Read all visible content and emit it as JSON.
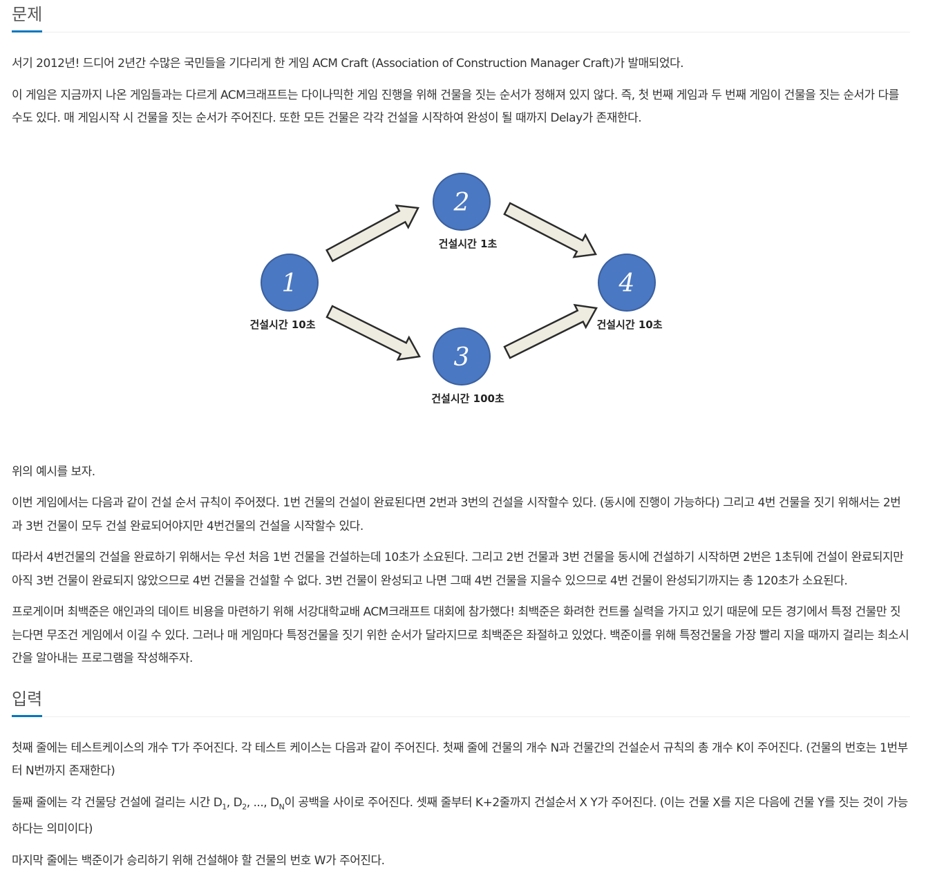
{
  "problem": {
    "heading": "문제",
    "p1": "서기 2012년! 드디어 2년간 수많은 국민들을 기다리게 한 게임 ACM Craft (Association of Construction Manager Craft)가 발매되었다.",
    "p2": "이 게임은 지금까지 나온 게임들과는 다르게 ACM크래프트는 다이나믹한 게임 진행을 위해 건물을 짓는 순서가 정해져 있지 않다. 즉, 첫 번째 게임과 두 번째 게임이 건물을 짓는 순서가 다를 수도 있다. 매 게임시작 시 건물을 짓는 순서가 주어진다. 또한 모든 건물은 각각 건설을 시작하여 완성이 될 때까지 Delay가 존재한다.",
    "p3": "위의 예시를 보자.",
    "p4": "이번 게임에서는 다음과 같이 건설 순서 규칙이 주어졌다. 1번 건물의 건설이 완료된다면 2번과 3번의 건설을 시작할수 있다. (동시에 진행이 가능하다) 그리고 4번 건물을 짓기 위해서는 2번과 3번 건물이 모두 건설 완료되어야지만 4번건물의 건설을 시작할수 있다.",
    "p5": "따라서 4번건물의 건설을 완료하기 위해서는 우선 처음 1번 건물을 건설하는데 10초가 소요된다. 그리고 2번 건물과 3번 건물을 동시에 건설하기 시작하면 2번은 1초뒤에 건설이 완료되지만 아직 3번 건물이 완료되지 않았으므로 4번 건물을 건설할 수 없다. 3번 건물이 완성되고 나면 그때 4번 건물을 지을수 있으므로 4번 건물이 완성되기까지는 총 120초가 소요된다.",
    "p6": "프로게이머 최백준은 애인과의 데이트 비용을 마련하기 위해 서강대학교배 ACM크래프트 대회에 참가했다! 최백준은 화려한 컨트롤 실력을 가지고 있기 때문에 모든 경기에서 특정 건물만 짓는다면 무조건 게임에서 이길 수 있다. 그러나 매 게임마다 특정건물을 짓기 위한 순서가 달라지므로 최백준은 좌절하고 있었다. 백준이를 위해 특정건물을 가장 빨리 지을 때까지 걸리는 최소시간을 알아내는 프로그램을 작성해주자."
  },
  "diagram": {
    "nodes": [
      {
        "num": "1",
        "label": "건설시간 10초"
      },
      {
        "num": "2",
        "label": "건설시간 1초"
      },
      {
        "num": "3",
        "label": "건설시간 100초"
      },
      {
        "num": "4",
        "label": "건설시간 10초"
      }
    ],
    "node_color": "#4a78c2",
    "arrow_color": "#eeece1"
  },
  "input": {
    "heading": "입력",
    "p1": "첫째 줄에는 테스트케이스의 개수 T가 주어진다. 각 테스트 케이스는 다음과 같이 주어진다. 첫째 줄에 건물의 개수 N과 건물간의 건설순서 규칙의 총 개수 K이 주어진다. (건물의 번호는 1번부터 N번까지 존재한다)",
    "p2_pre": "둘째 줄에는 각 건물당 건설에 걸리는 시간 D",
    "p2_sub1": "1",
    "p2_mid1": ", D",
    "p2_sub2": "2",
    "p2_mid2": ", ..., D",
    "p2_subN": "N",
    "p2_post": "이 공백을 사이로 주어진다. 셋째 줄부터 K+2줄까지 건설순서 X Y가 주어진다. (이는 건물 X를 지은 다음에 건물 Y를 짓는 것이 가능하다는 의미이다)",
    "p3": "마지막 줄에는 백준이가 승리하기 위해 건설해야 할 건물의 번호 W가 주어진다."
  }
}
